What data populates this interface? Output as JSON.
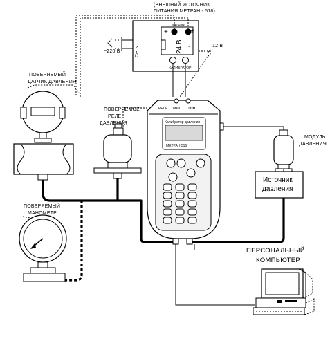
{
  "labels": {
    "power_supply_title_1": "(ВНЕШНИЙ ИСТОЧНИК",
    "power_supply_title_2": "ПИТАНИЯ МЕТРАН - 518)",
    "sensor_label": "ДАТЧИК",
    "mains_label": "Сеть",
    "calibrator_label": "КАЛИБРАТОР",
    "voltage_label": "24 В",
    "plus_left": "+",
    "plus_right": "+",
    "minus_left": "-",
    "ac_label": "~220 В",
    "cable_label": "12 В",
    "pressure_sensor_1": "ПОВЕРЯЕМЫЙ",
    "pressure_sensor_2": "ДАТЧИК ДАВЛЕНИЯ",
    "pressure_relay_1": "ПОВЕРЯЕМОЕ",
    "pressure_relay_2": "РЕЛЕ",
    "pressure_relay_3": "ДАВЛЕНИЯ",
    "manometer_1": "ПОВЕРЯЕМЫЙ",
    "manometer_2": "МАНОМЕТР",
    "pressure_module_1": "МОДУЛЬ",
    "pressure_module_2": "ДАВЛЕНИЯ",
    "pressure_source_1": "Источник",
    "pressure_source_2": "давления",
    "computer_1": "ПЕРСОНАЛЬНЫЙ",
    "computer_2": "КОМПЬЮТЕР"
  },
  "calibrator": {
    "port_reld": "РЕЛЕ",
    "port_ivn": "Iизм",
    "port_uvn": "Uизм",
    "display_text": "Калибратор давления",
    "model_text": "МЕТРАН 515"
  },
  "colors": {
    "line": "#000000",
    "paper": "#ffffff",
    "screen_fill": "#d9d9d9",
    "keypad_fill": "#f2f2f2"
  }
}
